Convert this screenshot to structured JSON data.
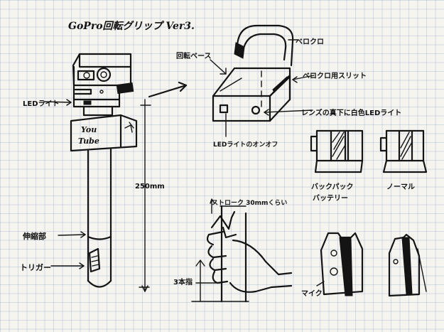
{
  "title": "GoPro回転グリップ Ver3.",
  "labels": {
    "velcro": "ベロクロ",
    "rotating_base": "回転ベース",
    "velcro_slit": "ベロクロ用スリット",
    "led_light": "LEDライト",
    "white_led_light": "レンズの真下に白色LEDライト",
    "led_switch": "LEDライトのオンオフ",
    "youtube_line1": "You",
    "youtube_line2": "Tube",
    "length": "250mm",
    "stroke": "ストローク 30mmくらい",
    "three_fingers": "3本指",
    "telescopic": "伸縮部",
    "trigger": "トリガー",
    "backpack_battery_line1": "バックパック",
    "backpack_battery_line2": "バッテリー",
    "normal": "ノーマル",
    "mic": "マイク"
  }
}
